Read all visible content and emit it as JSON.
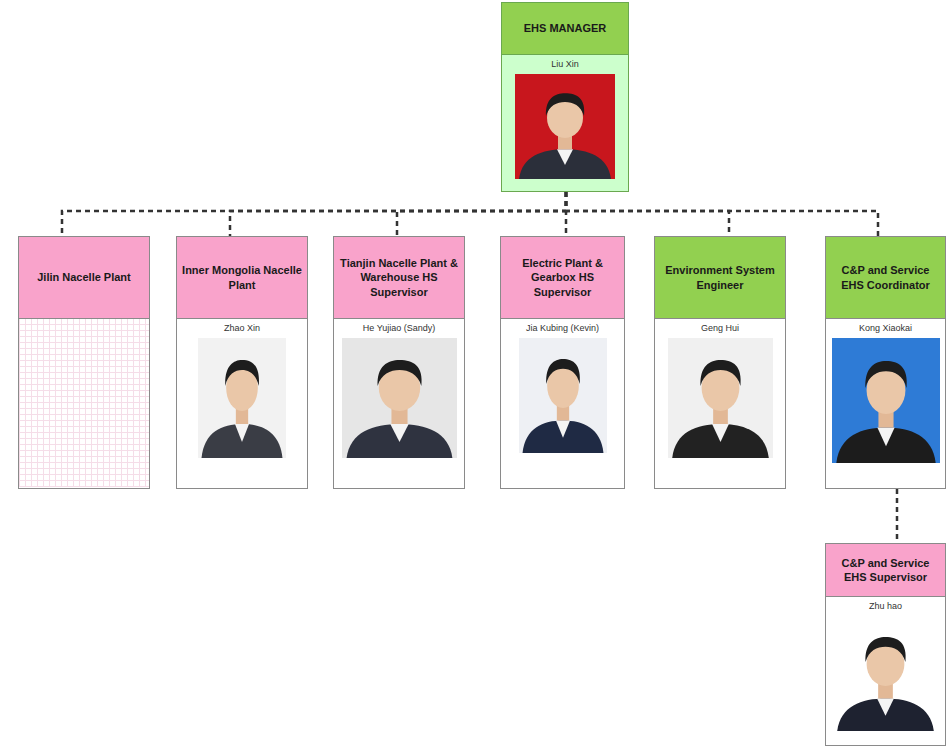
{
  "diagram": {
    "nodes": [
      {
        "text": [
          "EHS MANAGER",
          "Liu Xin"
        ]
      },
      {
        "text": [
          "Jilin Nacelle Plant"
        ]
      },
      {
        "text": [
          "Inner Mongolia Nacelle Plant",
          "Zhao Xin"
        ]
      },
      {
        "text": [
          "Tianjin Nacelle Plant & Warehouse HS Supervisor",
          "He Yujiao (Sandy)"
        ]
      },
      {
        "text": [
          "Electric Plant & Gearbox HS Supervisor",
          "Jia Kubing (Kevin)"
        ]
      },
      {
        "text": [
          "Environment System Engineer",
          "Geng Hui"
        ]
      },
      {
        "text": [
          "C&P and Service EHS Coordinator",
          "Kong Xiaokai"
        ]
      },
      {
        "text": [
          "C&P and Service EHS Supervisor",
          "Zhu hao"
        ]
      }
    ],
    "edges": [
      {
        "from": 0,
        "to": 1,
        "arrow": "none"
      },
      {
        "from": 0,
        "to": 2,
        "arrow": "none"
      },
      {
        "from": 0,
        "to": 3,
        "arrow": "none"
      },
      {
        "from": 0,
        "to": 4,
        "arrow": "none"
      },
      {
        "from": 0,
        "to": 5,
        "arrow": "none"
      },
      {
        "from": 0,
        "to": 6,
        "arrow": "none"
      },
      {
        "from": 6,
        "to": 7,
        "arrow": "none"
      }
    ]
  }
}
